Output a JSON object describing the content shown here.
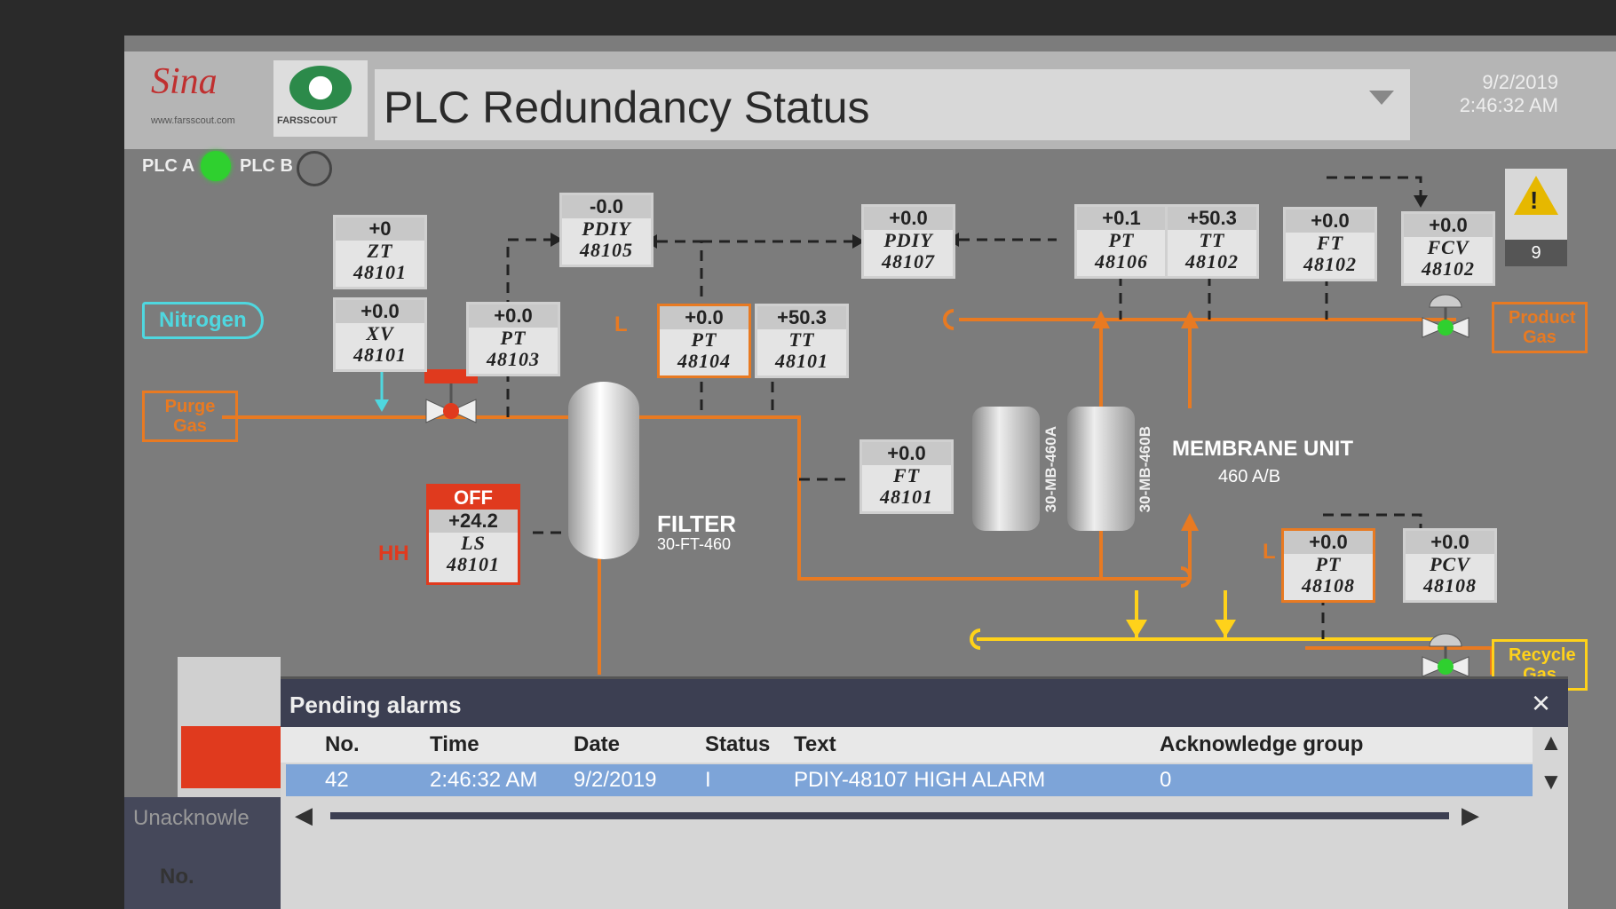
{
  "header": {
    "title": "PLC Redundancy Status",
    "logo_text": "Sina",
    "logo_sub": "www.farsscout.com",
    "logo2_text": "FARSSCOUT",
    "date": "9/2/2019",
    "time": "2:46:32 AM"
  },
  "plc": {
    "a_label": "PLC A",
    "b_label": "PLC B",
    "a_color": "#2fd02f",
    "b_color": "#7a7a7a"
  },
  "tags": {
    "zt48101": {
      "value": "+0",
      "name": "ZT\n48101"
    },
    "xv48101": {
      "value": "+0.0",
      "name": "XV\n48101"
    },
    "pt48103": {
      "value": "+0.0",
      "name": "PT\n48103"
    },
    "pdiy48105": {
      "value": "-0.0",
      "name": "PDIY\n48105"
    },
    "pt48104": {
      "value": "+0.0",
      "name": "PT\n48104"
    },
    "tt48101": {
      "value": "+50.3",
      "name": "TT\n48101"
    },
    "pdiy48107": {
      "value": "+0.0",
      "name": "PDIY\n48107"
    },
    "pt48106": {
      "value": "+0.1",
      "name": "PT\n48106"
    },
    "tt48102": {
      "value": "+50.3",
      "name": "TT\n48102"
    },
    "ft48102": {
      "value": "+0.0",
      "name": "FT\n48102"
    },
    "fcv48102": {
      "value": "+0.0",
      "name": "FCV\n48102"
    },
    "ft48101": {
      "value": "+0.0",
      "name": "FT\n48101"
    },
    "pt48108": {
      "value": "+0.0",
      "name": "PT\n48108"
    },
    "pcv48108": {
      "value": "+0.0",
      "name": "PCV\n48108"
    },
    "ls48101": {
      "state": "OFF",
      "value": "+24.2",
      "name": "LS\n48101"
    }
  },
  "labels": {
    "nitrogen": "Nitrogen",
    "purge_gas": "Purge Gas",
    "product_gas": "Product Gas",
    "recycle_gas": "Recycle Gas",
    "filter": "FILTER",
    "filter_id": "30-FT-460",
    "membrane": "MEMBRANE UNIT",
    "membrane_id": "460 A/B",
    "mem_a": "30-MB-460A",
    "mem_b": "30-MB-460B",
    "flag_l": "L",
    "flag_hh": "HH"
  },
  "warning": {
    "count": "9"
  },
  "alarms": {
    "title": "Pending alarms",
    "columns": [
      "No.",
      "Time",
      "Date",
      "Status",
      "Text",
      "Acknowledge group"
    ],
    "rows": [
      {
        "no": "42",
        "time": "2:46:32 AM",
        "date": "9/2/2019",
        "status": "I",
        "text": "PDIY-48107 HIGH ALARM",
        "group": "0"
      }
    ]
  },
  "under": {
    "unack": "Unacknowle",
    "no": "No."
  }
}
